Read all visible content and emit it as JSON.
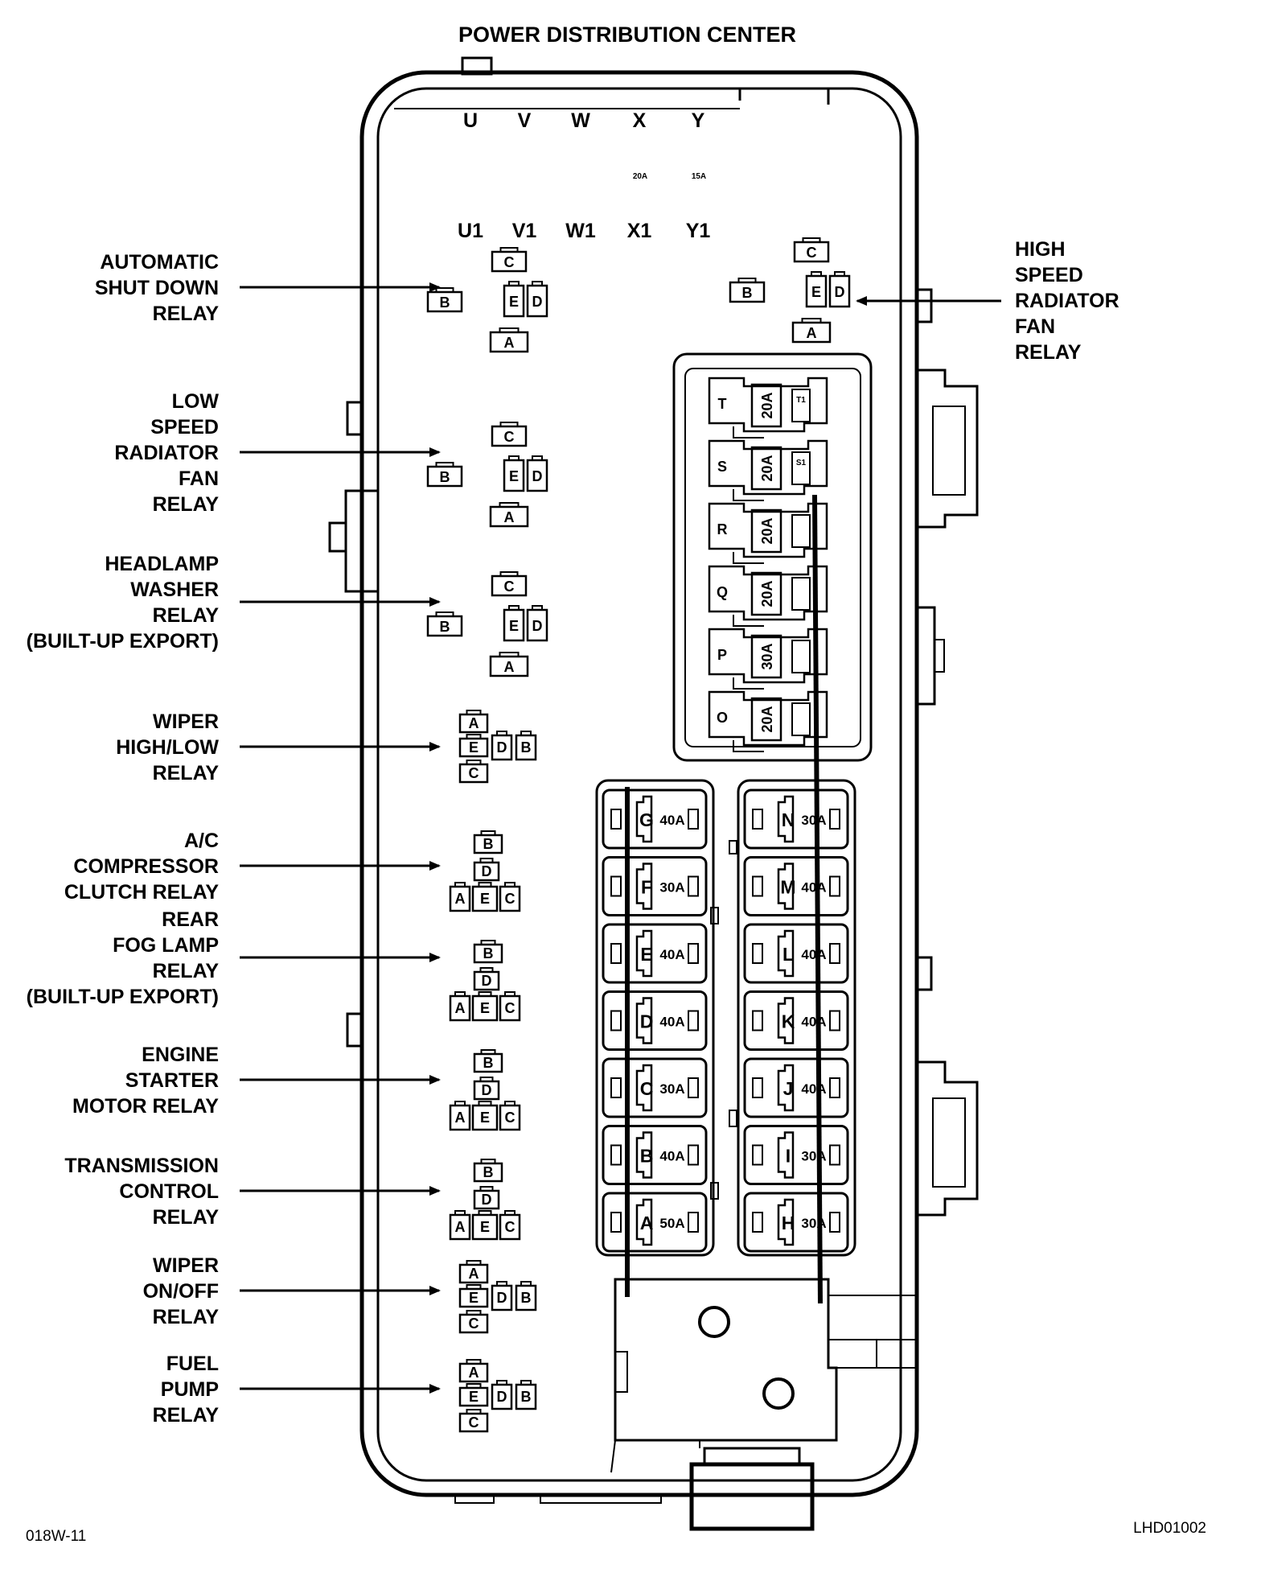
{
  "title": "POWER DISTRIBUTION CENTER",
  "corner_left": "018W-11",
  "corner_right": "LHD01002",
  "top_columns": [
    "U",
    "V",
    "W",
    "X",
    "Y"
  ],
  "top_ratings": [
    "20A",
    "15A"
  ],
  "sub_columns": [
    "U1",
    "V1",
    "W1",
    "X1",
    "Y1"
  ],
  "relays_left": [
    {
      "lines": [
        "AUTOMATIC",
        "SHUT DOWN",
        "RELAY"
      ]
    },
    {
      "lines": [
        "LOW",
        "SPEED",
        "RADIATOR",
        "FAN",
        "RELAY"
      ]
    },
    {
      "lines": [
        "HEADLAMP",
        "WASHER",
        "RELAY",
        "(BUILT-UP EXPORT)"
      ]
    },
    {
      "lines": [
        "WIPER",
        "HIGH/LOW",
        "RELAY"
      ]
    },
    {
      "lines": [
        "A/C",
        "COMPRESSOR",
        "CLUTCH RELAY"
      ]
    },
    {
      "lines": [
        "REAR",
        "FOG LAMP",
        "RELAY",
        "(BUILT-UP EXPORT)"
      ]
    },
    {
      "lines": [
        "ENGINE",
        "STARTER",
        "MOTOR RELAY"
      ]
    },
    {
      "lines": [
        "TRANSMISSION",
        "CONTROL",
        "RELAY"
      ]
    },
    {
      "lines": [
        "WIPER",
        "ON/OFF",
        "RELAY"
      ]
    },
    {
      "lines": [
        "FUEL",
        "PUMP",
        "RELAY"
      ]
    }
  ],
  "relay_right": {
    "lines": [
      "HIGH",
      "SPEED",
      "RADIATOR",
      "FAN",
      "RELAY"
    ]
  },
  "pins": {
    "A": "A",
    "B": "B",
    "C": "C",
    "D": "D",
    "E": "E"
  },
  "mini_fuses": [
    {
      "letter": "T",
      "rating": "20A",
      "tag": "T1"
    },
    {
      "letter": "S",
      "rating": "20A",
      "tag": "S1"
    },
    {
      "letter": "R",
      "rating": "20A",
      "tag": ""
    },
    {
      "letter": "Q",
      "rating": "20A",
      "tag": ""
    },
    {
      "letter": "P",
      "rating": "30A",
      "tag": ""
    },
    {
      "letter": "O",
      "rating": "20A",
      "tag": ""
    }
  ],
  "maxi_fuses_left": [
    {
      "letter": "G",
      "rating": "40A"
    },
    {
      "letter": "F",
      "rating": "30A"
    },
    {
      "letter": "E",
      "rating": "40A"
    },
    {
      "letter": "D",
      "rating": "40A"
    },
    {
      "letter": "C",
      "rating": "30A"
    },
    {
      "letter": "B",
      "rating": "40A"
    },
    {
      "letter": "A",
      "rating": "50A"
    }
  ],
  "maxi_fuses_right": [
    {
      "letter": "N",
      "rating": "30A"
    },
    {
      "letter": "M",
      "rating": "40A"
    },
    {
      "letter": "L",
      "rating": "40A"
    },
    {
      "letter": "K",
      "rating": "40A"
    },
    {
      "letter": "J",
      "rating": "40A"
    },
    {
      "letter": "I",
      "rating": "30A"
    },
    {
      "letter": "H",
      "rating": "30A"
    }
  ]
}
